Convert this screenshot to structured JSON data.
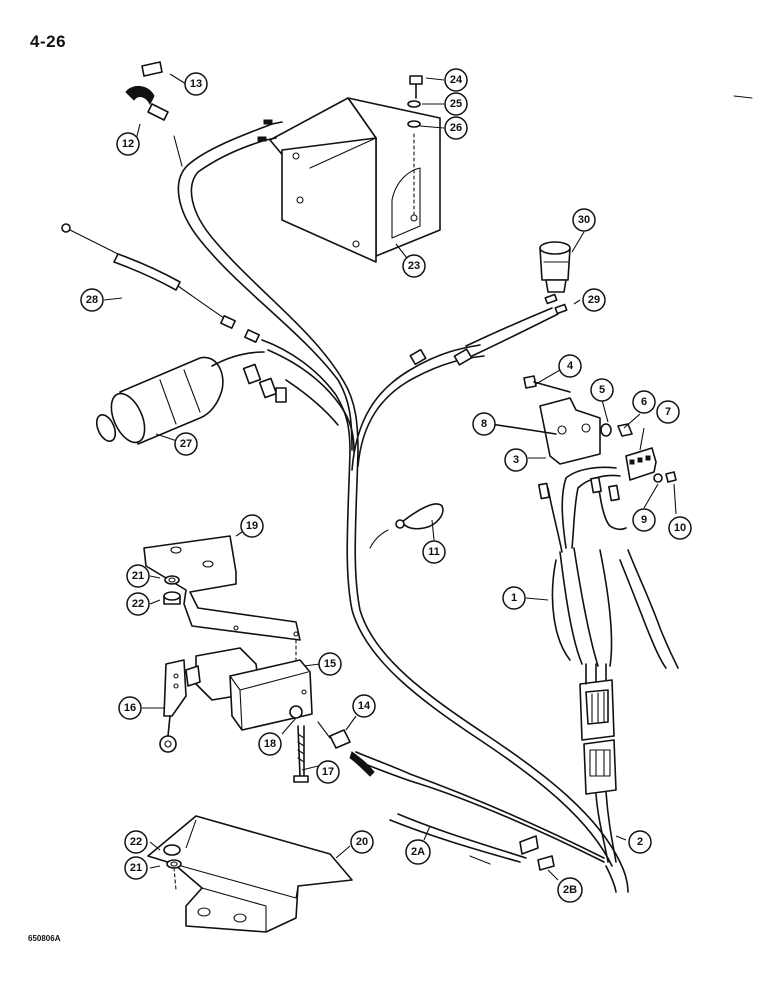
{
  "page_number": "4-26",
  "figure_code": "650806A",
  "callouts": [
    {
      "id": "c1",
      "label": "1"
    },
    {
      "id": "c2",
      "label": "2"
    },
    {
      "id": "c2a",
      "label": "2A"
    },
    {
      "id": "c2b",
      "label": "2B"
    },
    {
      "id": "c3",
      "label": "3"
    },
    {
      "id": "c4",
      "label": "4"
    },
    {
      "id": "c5",
      "label": "5"
    },
    {
      "id": "c6",
      "label": "6"
    },
    {
      "id": "c7",
      "label": "7"
    },
    {
      "id": "c8",
      "label": "8"
    },
    {
      "id": "c9",
      "label": "9"
    },
    {
      "id": "c10",
      "label": "10"
    },
    {
      "id": "c11",
      "label": "11"
    },
    {
      "id": "c12",
      "label": "12"
    },
    {
      "id": "c13",
      "label": "13"
    },
    {
      "id": "c14",
      "label": "14"
    },
    {
      "id": "c15",
      "label": "15"
    },
    {
      "id": "c16",
      "label": "16"
    },
    {
      "id": "c17",
      "label": "17"
    },
    {
      "id": "c18",
      "label": "18"
    },
    {
      "id": "c19",
      "label": "19"
    },
    {
      "id": "c20",
      "label": "20"
    },
    {
      "id": "c21a",
      "label": "21"
    },
    {
      "id": "c21b",
      "label": "21"
    },
    {
      "id": "c22a",
      "label": "22"
    },
    {
      "id": "c22b",
      "label": "22"
    },
    {
      "id": "c23",
      "label": "23"
    },
    {
      "id": "c24",
      "label": "24"
    },
    {
      "id": "c25",
      "label": "25"
    },
    {
      "id": "c26",
      "label": "26"
    },
    {
      "id": "c27",
      "label": "27"
    },
    {
      "id": "c28",
      "label": "28"
    },
    {
      "id": "c29",
      "label": "29"
    },
    {
      "id": "c30",
      "label": "30"
    }
  ]
}
